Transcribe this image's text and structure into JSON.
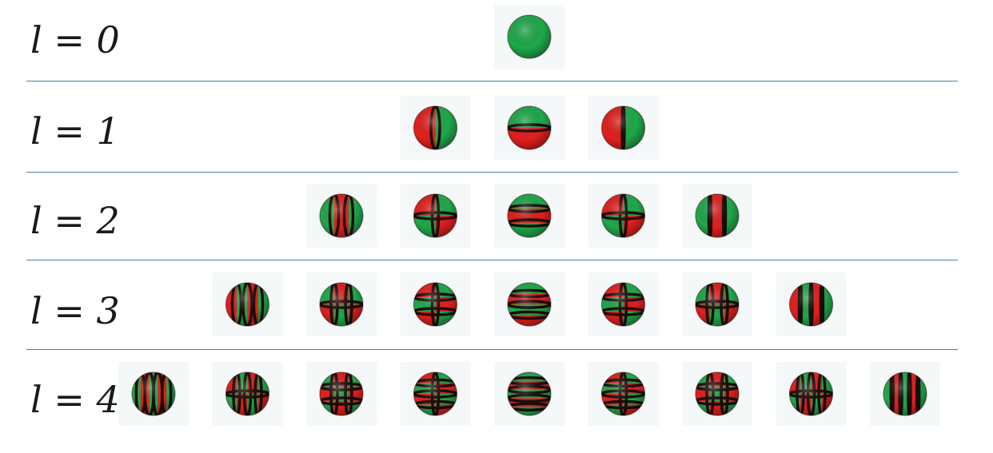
{
  "rows": [
    {
      "label": "l = 0",
      "spheres": [
        {
          "pattern": "solid",
          "base": "green"
        }
      ]
    },
    {
      "label": "l = 1",
      "spheres": [
        {
          "pattern": "meridian",
          "base": "red",
          "n": 1
        },
        {
          "pattern": "latitude",
          "base": "green",
          "n": 1
        },
        {
          "pattern": "meridian",
          "base": "red",
          "n": 1,
          "flip": true
        }
      ]
    },
    {
      "label": "l = 2",
      "spheres": [
        {
          "pattern": "meridian",
          "base": "green",
          "n": 2
        },
        {
          "pattern": "mixed",
          "base": "red",
          "lat": 1,
          "mer": 1
        },
        {
          "pattern": "latitude",
          "base": "green",
          "n": 2
        },
        {
          "pattern": "mixed",
          "base": "red",
          "lat": 1,
          "mer": 1,
          "flip": true
        },
        {
          "pattern": "meridian",
          "base": "green",
          "n": 2,
          "flip": true
        }
      ]
    },
    {
      "label": "l = 3",
      "spheres": [
        {
          "pattern": "meridian",
          "base": "red",
          "n": 3
        },
        {
          "pattern": "mixed",
          "base": "green",
          "lat": 1,
          "mer": 2
        },
        {
          "pattern": "mixed",
          "base": "red",
          "lat": 2,
          "mer": 1
        },
        {
          "pattern": "latitude",
          "base": "green",
          "n": 3
        },
        {
          "pattern": "mixed",
          "base": "red",
          "lat": 2,
          "mer": 1,
          "flip": true
        },
        {
          "pattern": "mixed",
          "base": "green",
          "lat": 1,
          "mer": 2,
          "flip": true
        },
        {
          "pattern": "meridian",
          "base": "red",
          "n": 3,
          "flip": true
        }
      ]
    },
    {
      "label": "l = 4",
      "spheres": [
        {
          "pattern": "meridian",
          "base": "green",
          "n": 4
        },
        {
          "pattern": "mixed",
          "base": "red",
          "lat": 1,
          "mer": 3
        },
        {
          "pattern": "mixed",
          "base": "green",
          "lat": 2,
          "mer": 2
        },
        {
          "pattern": "mixed",
          "base": "red",
          "lat": 3,
          "mer": 1
        },
        {
          "pattern": "latitude",
          "base": "green",
          "n": 4
        },
        {
          "pattern": "mixed",
          "base": "red",
          "lat": 3,
          "mer": 1,
          "flip": true
        },
        {
          "pattern": "mixed",
          "base": "green",
          "lat": 2,
          "mer": 2,
          "flip": true
        },
        {
          "pattern": "mixed",
          "base": "red",
          "lat": 1,
          "mer": 3,
          "flip": true
        },
        {
          "pattern": "meridian",
          "base": "green",
          "n": 4,
          "flip": true
        }
      ]
    }
  ],
  "colors": {
    "red": "#e2201c",
    "green": "#1fa94a",
    "node": "#1a0c0c",
    "divider": "#4c7f98",
    "label": "#1a1a1a"
  }
}
